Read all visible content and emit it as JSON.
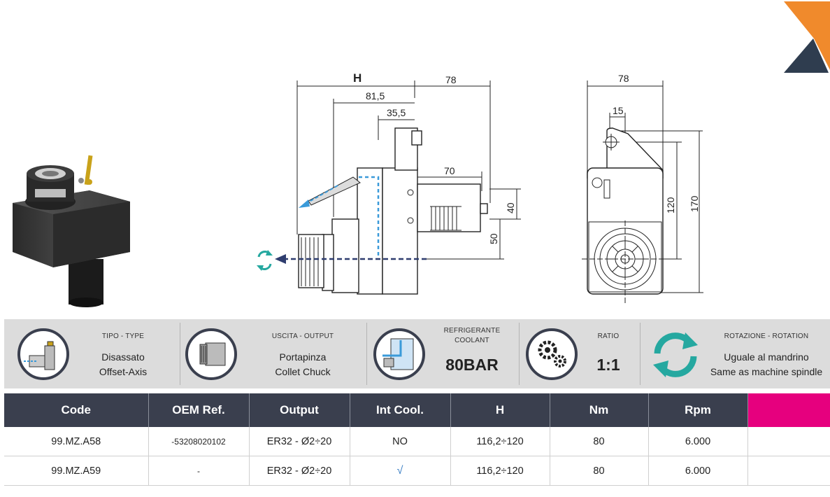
{
  "drawing": {
    "side_view": {
      "dim_h": "H",
      "dim_78": "78",
      "dim_81_5": "81,5",
      "dim_35_5": "35,5",
      "dim_70": "70",
      "dim_40": "40",
      "dim_50": "50"
    },
    "front_view": {
      "dim_78": "78",
      "dim_15": "15",
      "dim_120": "120",
      "dim_170": "170"
    }
  },
  "info": {
    "type": {
      "label": "TIPO - TYPE",
      "line1": "Disassato",
      "line2": "Offset-Axis"
    },
    "output": {
      "label": "USCITA - OUTPUT",
      "line1": "Portapinza",
      "line2": "Collet Chuck"
    },
    "coolant": {
      "label1": "REFRIGERANTE",
      "label2": "COOLANT",
      "value": "80BAR"
    },
    "ratio": {
      "label": "RATIO",
      "value": "1:1"
    },
    "rotation": {
      "label": "ROTAZIONE - ROTATION",
      "line1": "Uguale al mandrino",
      "line2": "Same as machine spindle"
    }
  },
  "table": {
    "headers": [
      "Code",
      "OEM Ref.",
      "Output",
      "Int Cool.",
      "H",
      "Nm",
      "Rpm",
      ""
    ],
    "rows": [
      [
        "99.MZ.A58",
        "-53208020102",
        "ER32 - Ø2÷20",
        "NO",
        "116,2÷120",
        "80",
        "6.000",
        ""
      ],
      [
        "99.MZ.A59",
        "-",
        "ER32 - Ø2÷20",
        "√",
        "116,2÷120",
        "80",
        "6.000",
        ""
      ]
    ]
  },
  "colors": {
    "header_bg": "#3a3f4e",
    "accent_magenta": "#e6007e",
    "logo_orange": "#f08a2c",
    "logo_navy": "#2f3d4f",
    "rotation_teal": "#25a8a0",
    "coolant_blue": "#3a9ad9"
  }
}
